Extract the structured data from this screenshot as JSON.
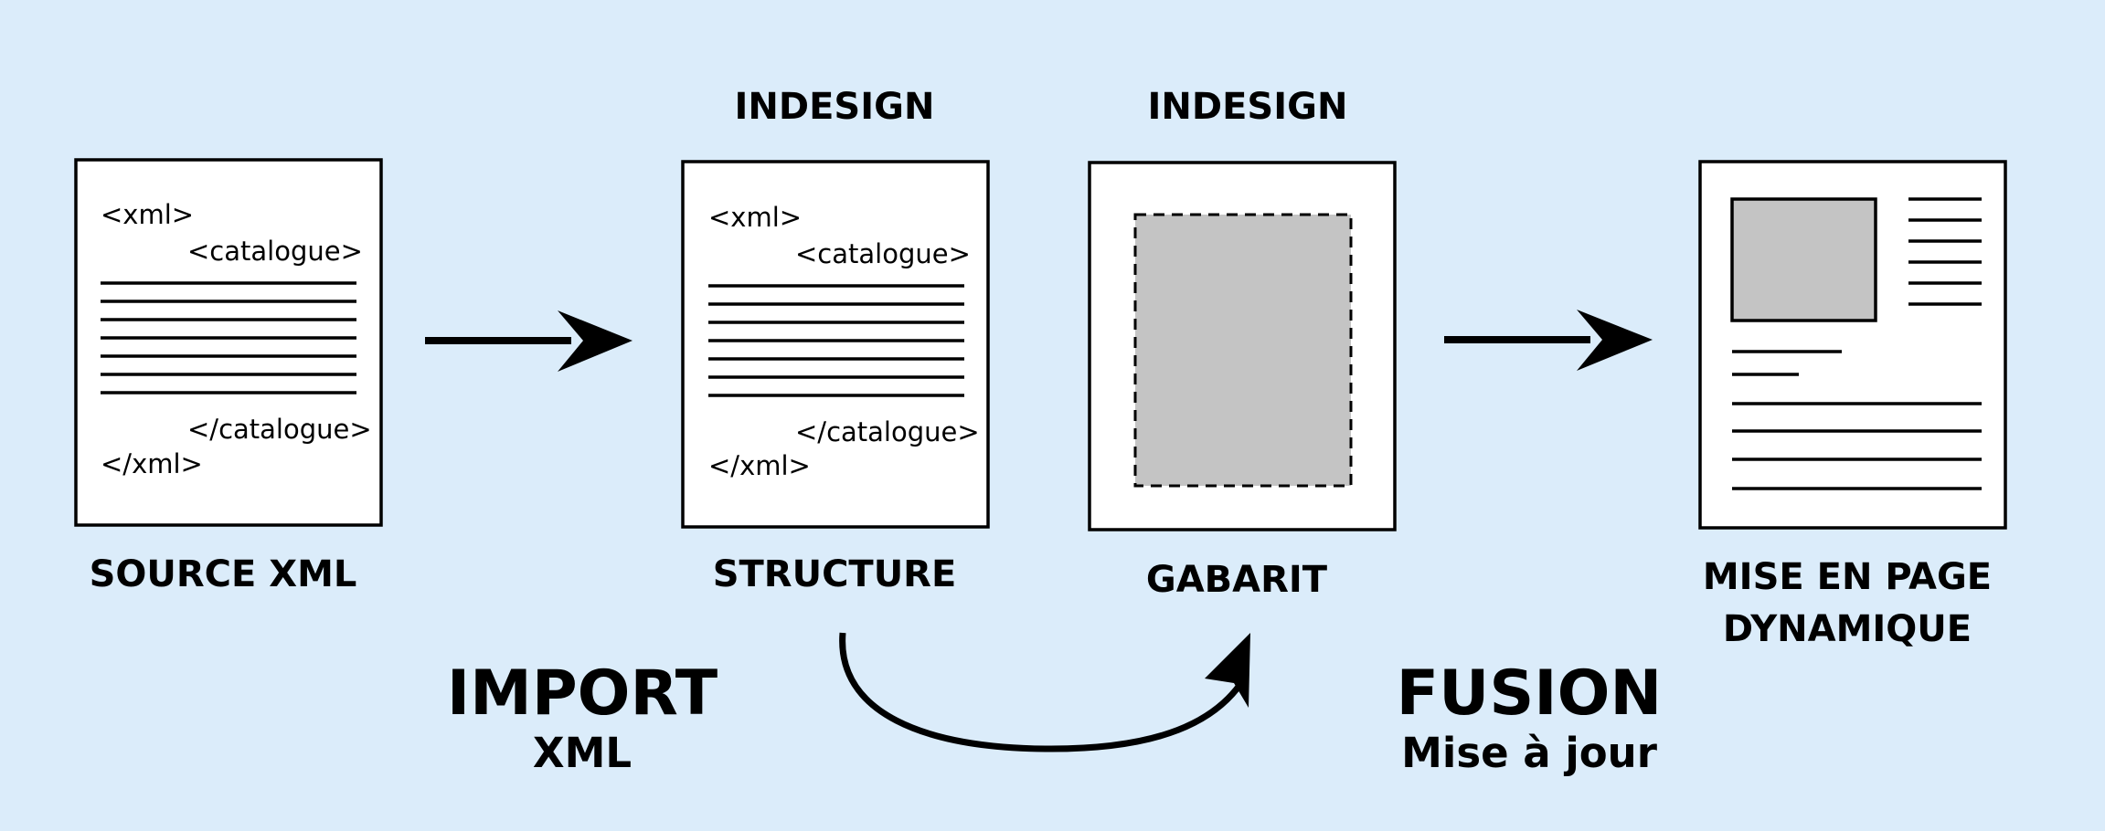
{
  "colors": {
    "background": "#dbecfa",
    "document_fill": "#ffffff",
    "stroke": "#000000",
    "placeholder": "#c4c4c4"
  },
  "source": {
    "label": "SOURCE XML",
    "tag_open_xml": "<xml>",
    "tag_open_catalogue": "<catalogue>",
    "tag_close_catalogue": "</catalogue>",
    "tag_close_xml": "</xml>"
  },
  "structure": {
    "header": "INDESIGN",
    "label": "STRUCTURE",
    "tag_open_xml": "<xml>",
    "tag_open_catalogue": "<catalogue>",
    "tag_close_catalogue": "</catalogue>",
    "tag_close_xml": "</xml>"
  },
  "gabarit": {
    "header": "INDESIGN",
    "label": "GABARIT"
  },
  "output": {
    "label_line1": "MISE EN PAGE",
    "label_line2": "DYNAMIQUE"
  },
  "import": {
    "title": "IMPORT",
    "subtitle": "XML"
  },
  "fusion": {
    "title": "FUSION",
    "subtitle": "Mise à jour"
  },
  "icons": [
    "arrow-right-icon",
    "curved-arrow-icon"
  ]
}
